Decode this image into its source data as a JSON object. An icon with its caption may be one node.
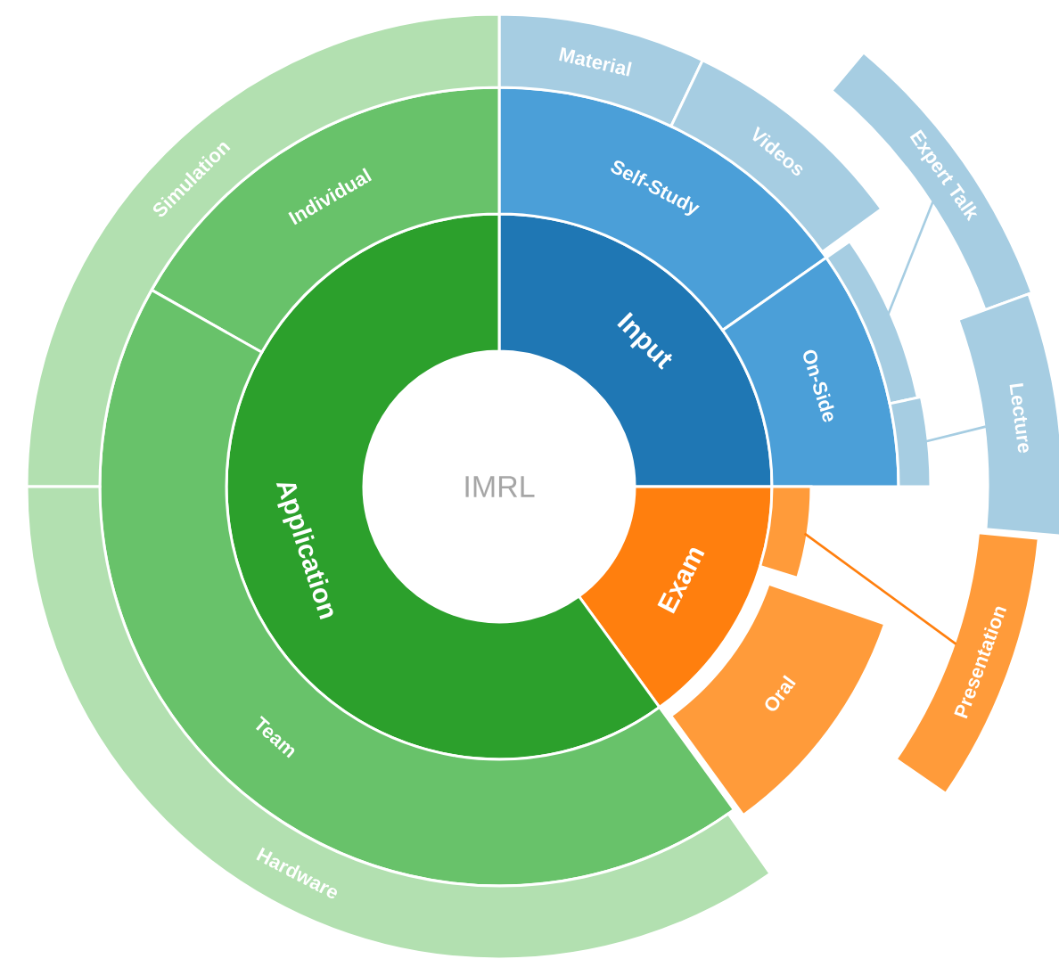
{
  "diagram": {
    "nodes": [
      {
        "text": [
          "IMRL"
        ]
      },
      {
        "text": [
          "Input"
        ]
      },
      {
        "text": [
          "Exam"
        ]
      },
      {
        "text": [
          "Application"
        ]
      },
      {
        "text": [
          "Self-Study"
        ]
      },
      {
        "text": [
          "On-Side"
        ]
      },
      {
        "text": [],
        "shape": "box"
      },
      {
        "text": [
          "Oral"
        ]
      },
      {
        "text": [
          "Individual"
        ]
      },
      {
        "text": [
          "Team"
        ]
      },
      {
        "text": [
          "Material"
        ]
      },
      {
        "text": [
          "Videos"
        ]
      },
      {
        "text": [],
        "shape": "box"
      },
      {
        "text": [],
        "shape": "box"
      },
      {
        "text": [
          "Expert Talk"
        ]
      },
      {
        "text": [
          "Lecture"
        ]
      },
      {
        "text": [
          "Presentation"
        ]
      },
      {
        "text": [
          "Simulation"
        ]
      },
      {
        "text": [
          "Hardware"
        ]
      }
    ],
    "edges": [
      {
        "from": 12,
        "to": 14,
        "arrow": "none"
      },
      {
        "from": 13,
        "to": 15,
        "arrow": "none"
      },
      {
        "from": 6,
        "to": 16,
        "arrow": "none",
        "color": "#ff7f0e"
      }
    ]
  }
}
